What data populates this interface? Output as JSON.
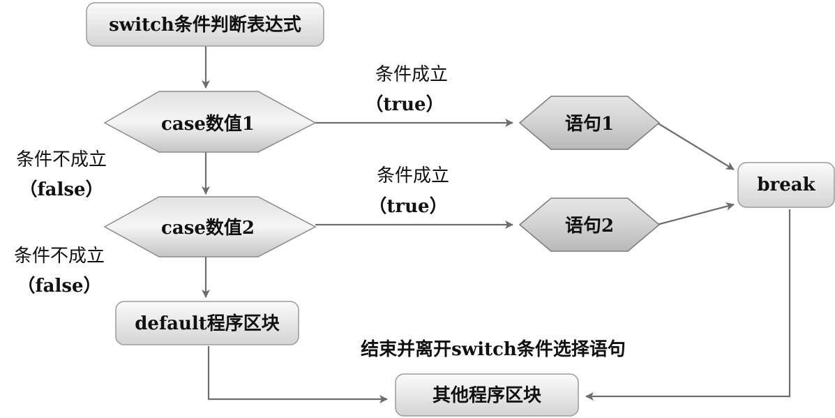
{
  "nodes": {
    "start": "switch条件判断表达式",
    "case1": "case数值1",
    "case2": "case数值2",
    "stmt1": "语句1",
    "stmt2": "语句2",
    "break": "break",
    "default": "default程序区块",
    "other": "其他程序区块"
  },
  "labels": {
    "true1_line1": "条件成立",
    "true1_line2": "（true）",
    "true2_line1": "条件成立",
    "true2_line2": "（true）",
    "false1_line1": "条件不成立",
    "false1_line2": "（false）",
    "false2_line1": "条件不成立",
    "false2_line2": "（false）",
    "exit": "结束并离开switch条件选择语句"
  },
  "colors": {
    "node_fill_light": "#f7f7f7",
    "node_fill_dark": "#cfcfcf",
    "node_stroke": "#8a8a8a",
    "edge": "#6d6d6d"
  }
}
